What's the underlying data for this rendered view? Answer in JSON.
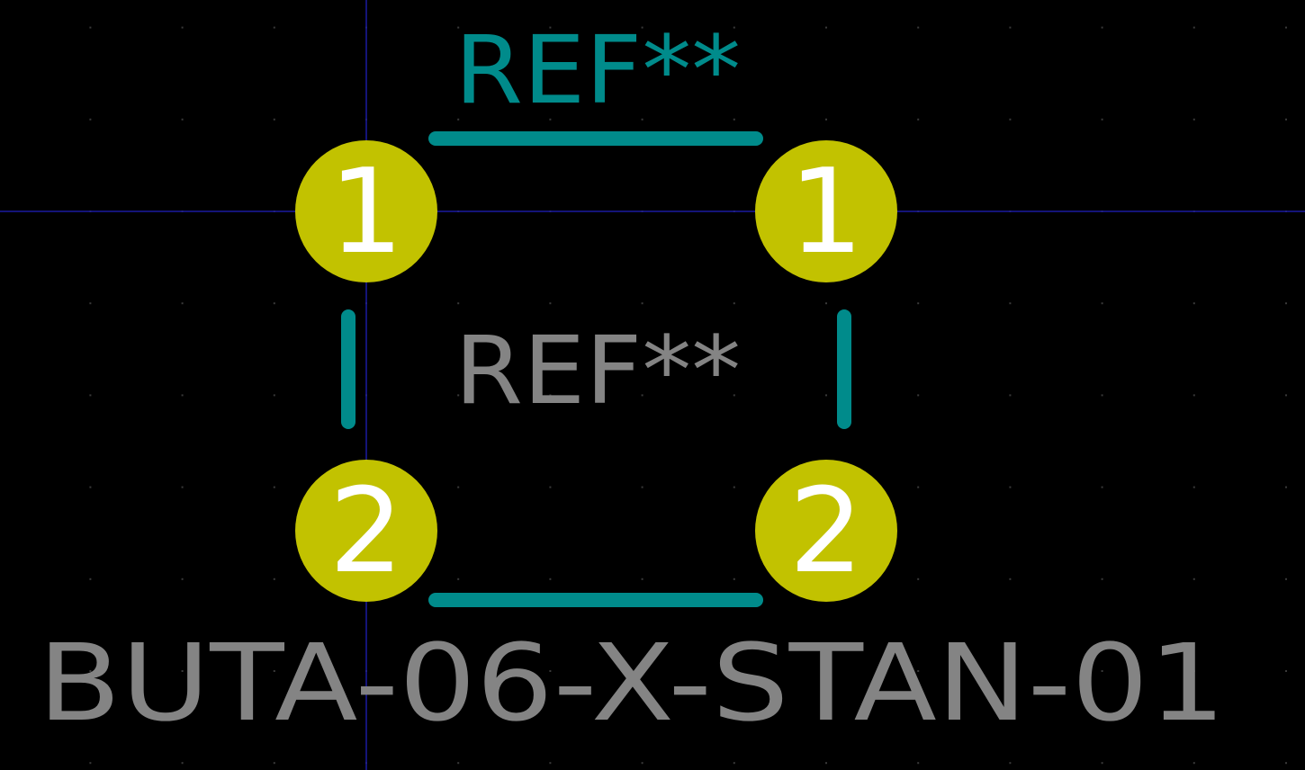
{
  "colors": {
    "background": "#000000",
    "silkscreen": "#008b8b",
    "fab_text": "#848484",
    "pad": "#c2c200",
    "pad_number": "#ffffff",
    "axis": "#1a1aa0",
    "grid_dot": "#3a3a3a"
  },
  "footprint": {
    "reference_silk": "REF**",
    "reference_fab": "REF**",
    "value": "BUTA-06-X-STAN-01",
    "pads": [
      {
        "number": "1"
      },
      {
        "number": "1"
      },
      {
        "number": "2"
      },
      {
        "number": "2"
      }
    ]
  }
}
